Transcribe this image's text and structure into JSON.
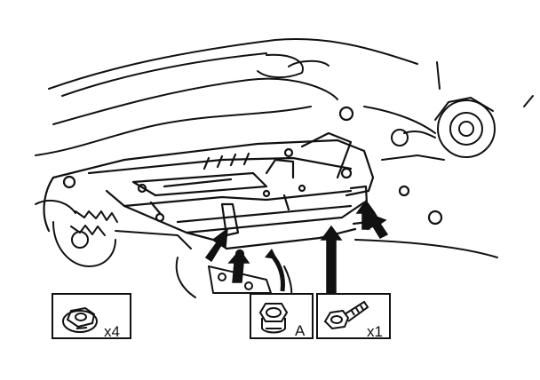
{
  "figure": {
    "callouts": [
      {
        "id": "nut-flange",
        "quantity": "x4"
      },
      {
        "id": "nut-a",
        "label": "A"
      },
      {
        "id": "bolt",
        "quantity": "x1"
      }
    ],
    "colors": {
      "line": "#111111",
      "background": "#ffffff"
    },
    "icons": [
      "flange-nut-icon",
      "nut-a-icon",
      "flange-bolt-icon",
      "arrow-icon"
    ]
  }
}
